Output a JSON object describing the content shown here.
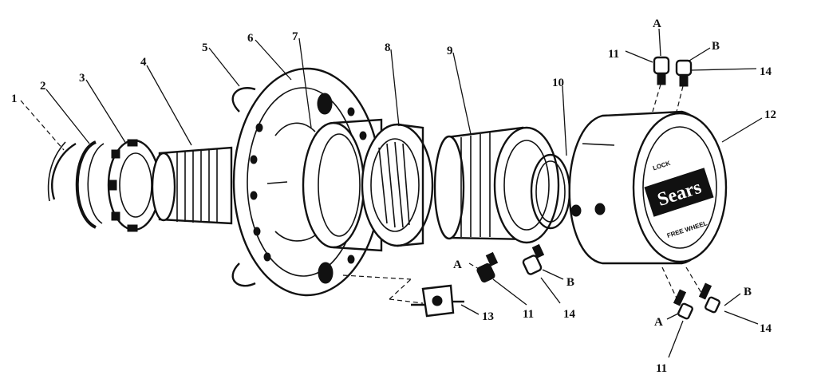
{
  "colors": {
    "ink": "#111111",
    "paper": "#ffffff"
  },
  "logo": {
    "brand": "Sears",
    "top_text": "LOCK",
    "bottom_text": "FREE WHEEL"
  },
  "parts": [
    {
      "id": "1",
      "label": "1"
    },
    {
      "id": "2",
      "label": "2"
    },
    {
      "id": "3",
      "label": "3"
    },
    {
      "id": "4",
      "label": "4"
    },
    {
      "id": "5",
      "label": "5"
    },
    {
      "id": "6",
      "label": "6"
    },
    {
      "id": "7",
      "label": "7"
    },
    {
      "id": "8",
      "label": "8"
    },
    {
      "id": "9",
      "label": "9"
    },
    {
      "id": "10",
      "label": "10"
    },
    {
      "id": "12",
      "label": "12"
    },
    {
      "id": "13",
      "label": "13"
    }
  ],
  "fastener_callouts": {
    "top": {
      "a": "A",
      "b": "B",
      "n11": "11",
      "n14": "14"
    },
    "middle": {
      "a": "A",
      "b": "B",
      "n11": "11",
      "n14": "14"
    },
    "bottom": {
      "a": "A",
      "b": "B",
      "n11": "11",
      "n14": "14"
    }
  }
}
